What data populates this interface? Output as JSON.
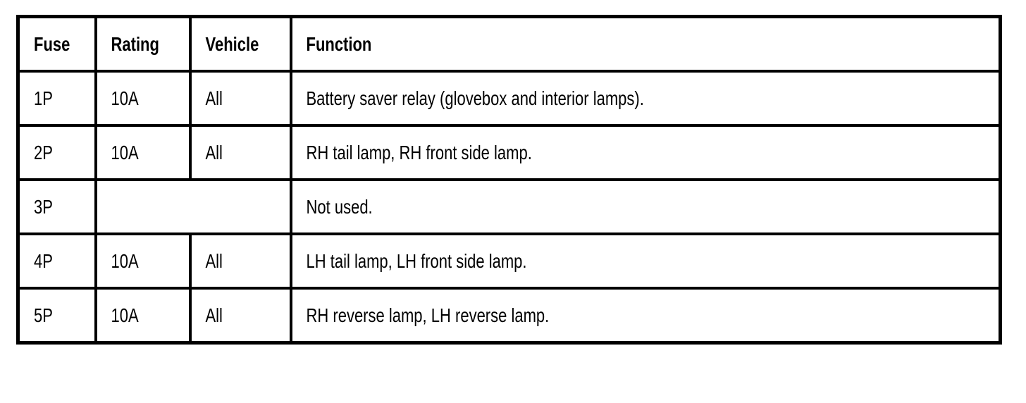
{
  "page": {
    "background_color": "#ffffff",
    "text_color": "#000000",
    "border_color": "#000000"
  },
  "table": {
    "headers": {
      "fuse": "Fuse",
      "rating": "Rating",
      "vehicle": "Vehicle",
      "function": "Function"
    },
    "rows": [
      {
        "fuse": "1P",
        "rating": "10A",
        "vehicle": "All",
        "function": "Battery saver relay (glovebox and interior lamps)."
      },
      {
        "fuse": "2P",
        "rating": "10A",
        "vehicle": "All",
        "function": "RH tail lamp, RH front side lamp."
      },
      {
        "fuse": "3P",
        "rating_vehicle_merged": "",
        "function": "Not used."
      },
      {
        "fuse": "4P",
        "rating": "10A",
        "vehicle": "All",
        "function": "LH tail lamp, LH front side lamp."
      },
      {
        "fuse": "5P",
        "rating": "10A",
        "vehicle": "All",
        "function": "RH reverse lamp, LH reverse lamp."
      }
    ]
  }
}
